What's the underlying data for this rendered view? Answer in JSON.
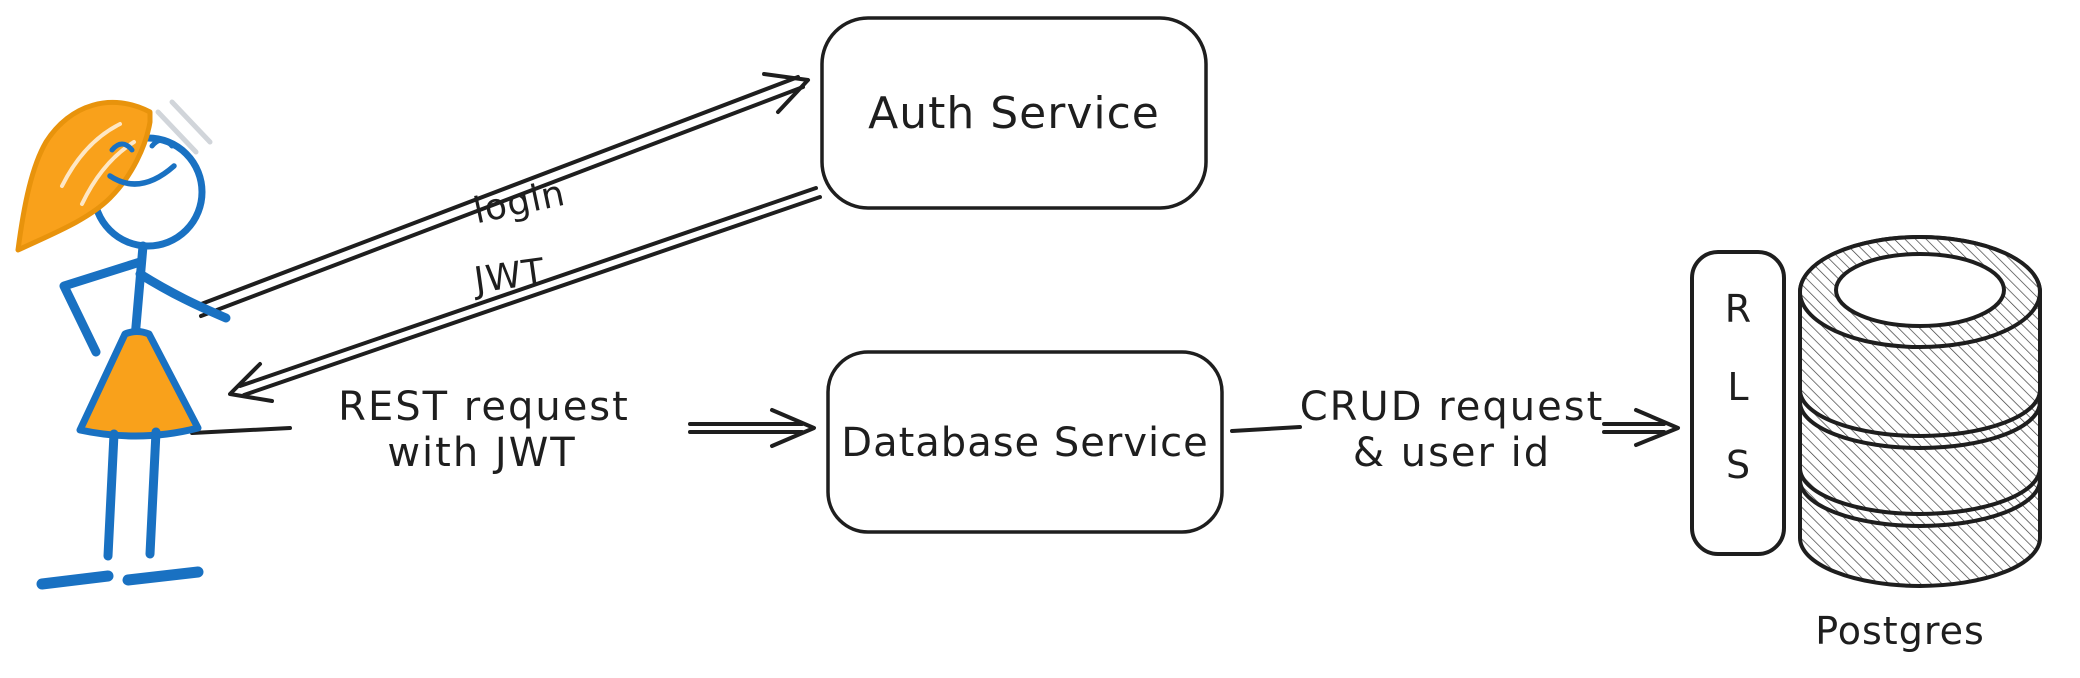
{
  "colors": {
    "ink": "#1e1e1e",
    "blue": "#1971c2",
    "orange": "#f9a11b",
    "orange_stroke": "#e8930c",
    "sketch_gray": "#c9ced4",
    "hatch": "#3d3d3d",
    "background": "#ffffff"
  },
  "nodes": {
    "auth_service": {
      "label": "Auth Service"
    },
    "database_service": {
      "label": "Database Service"
    },
    "rls": {
      "label": "RLS",
      "letters": [
        "R",
        "L",
        "S"
      ]
    },
    "postgres": {
      "label": "Postgres"
    }
  },
  "edges": {
    "login": {
      "lines": [
        "login"
      ],
      "from": "user",
      "to": "auth_service"
    },
    "jwt": {
      "lines": [
        "JWT"
      ],
      "from": "auth_service",
      "to": "user"
    },
    "rest": {
      "lines": [
        "REST request",
        "with JWT"
      ],
      "from": "user",
      "to": "database_service"
    },
    "crud": {
      "lines": [
        "CRUD request",
        "& user id"
      ],
      "from": "database_service",
      "to": "rls"
    }
  }
}
